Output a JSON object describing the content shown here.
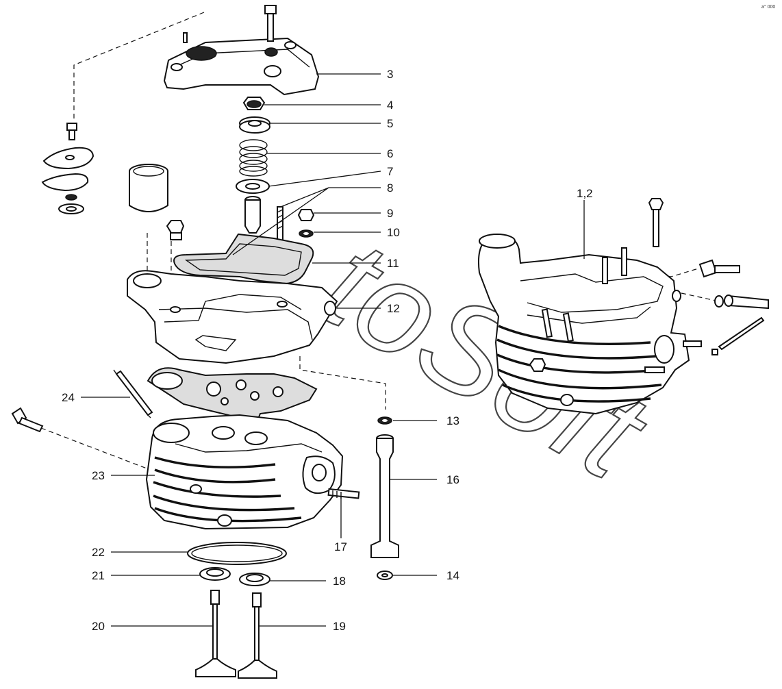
{
  "diagram": {
    "callouts": [
      {
        "id": "c3",
        "text": "3"
      },
      {
        "id": "c4",
        "text": "4"
      },
      {
        "id": "c5",
        "text": "5"
      },
      {
        "id": "c6",
        "text": "6"
      },
      {
        "id": "c7",
        "text": "7"
      },
      {
        "id": "c8",
        "text": "8"
      },
      {
        "id": "c9",
        "text": "9"
      },
      {
        "id": "c10",
        "text": "10"
      },
      {
        "id": "c11",
        "text": "11"
      },
      {
        "id": "c12",
        "text": "12"
      },
      {
        "id": "c12b",
        "text": "1,2"
      },
      {
        "id": "c13",
        "text": "13"
      },
      {
        "id": "c14",
        "text": "14"
      },
      {
        "id": "c16",
        "text": "16"
      },
      {
        "id": "c17",
        "text": "17"
      },
      {
        "id": "c18",
        "text": "18"
      },
      {
        "id": "c19",
        "text": "19"
      },
      {
        "id": "c20",
        "text": "20"
      },
      {
        "id": "c21",
        "text": "21"
      },
      {
        "id": "c22",
        "text": "22"
      },
      {
        "id": "c23",
        "text": "23"
      },
      {
        "id": "c24",
        "text": "24"
      }
    ],
    "watermark": "toSoft",
    "corner_mark": "a° 000"
  }
}
